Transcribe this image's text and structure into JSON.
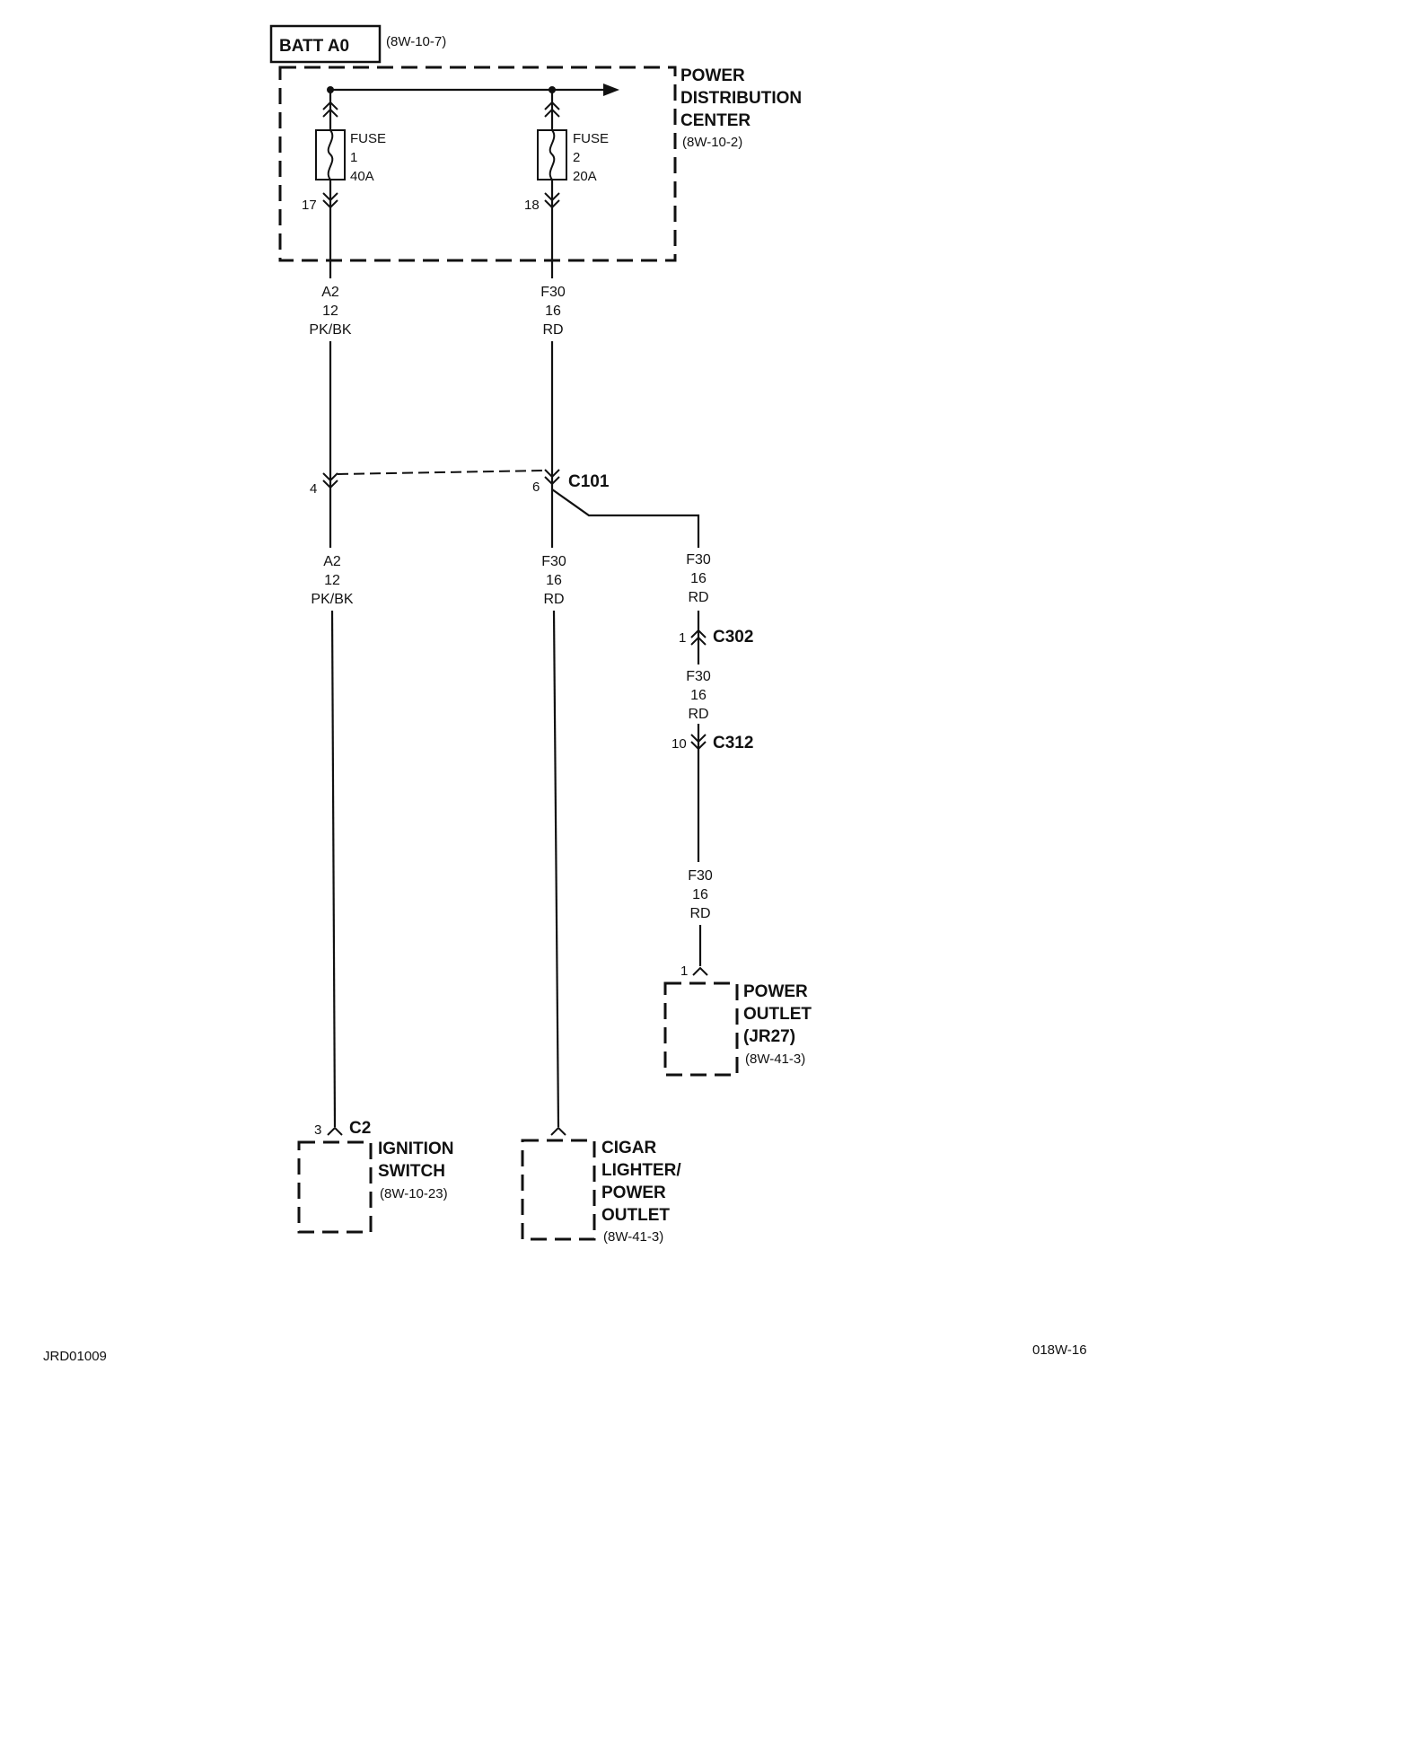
{
  "battery": {
    "label": "BATT A0",
    "ref": "(8W-10-7)"
  },
  "pdc": {
    "line1": "POWER",
    "line2": "DISTRIBUTION",
    "line3": "CENTER",
    "ref": "(8W-10-2)"
  },
  "fuse1": {
    "word": "FUSE",
    "number": "1",
    "rating": "40A",
    "pin": "17"
  },
  "fuse2": {
    "word": "FUSE",
    "number": "2",
    "rating": "20A",
    "pin": "18"
  },
  "wire_a2_top": {
    "circuit": "A2",
    "gauge": "12",
    "color": "PK/BK"
  },
  "wire_f30_top": {
    "circuit": "F30",
    "gauge": "16",
    "color": "RD"
  },
  "c101": {
    "label": "C101",
    "pin_a2": "4",
    "pin_f30": "6"
  },
  "wire_a2_bottom": {
    "circuit": "A2",
    "gauge": "12",
    "color": "PK/BK"
  },
  "wire_f30_mid": {
    "circuit": "F30",
    "gauge": "16",
    "color": "RD"
  },
  "wire_f30_branch1": {
    "circuit": "F30",
    "gauge": "16",
    "color": "RD"
  },
  "c302": {
    "label": "C302",
    "pin": "1"
  },
  "wire_f30_branch2": {
    "circuit": "F30",
    "gauge": "16",
    "color": "RD"
  },
  "c312": {
    "label": "C312",
    "pin": "10"
  },
  "wire_f30_branch3": {
    "circuit": "F30",
    "gauge": "16",
    "color": "RD"
  },
  "power_outlet": {
    "pin": "1",
    "line1": "POWER",
    "line2": "OUTLET",
    "line3": "(JR27)",
    "ref": "(8W-41-3)"
  },
  "ignition_switch": {
    "connector": "C2",
    "pin": "3",
    "line1": "IGNITION",
    "line2": "SWITCH",
    "ref": "(8W-10-23)"
  },
  "cigar_lighter": {
    "line1": "CIGAR",
    "line2": "LIGHTER/",
    "line3": "POWER",
    "line4": "OUTLET",
    "ref": "(8W-41-3)"
  },
  "footer": {
    "left_code": "JRD01009",
    "right_code": "018W-16"
  }
}
